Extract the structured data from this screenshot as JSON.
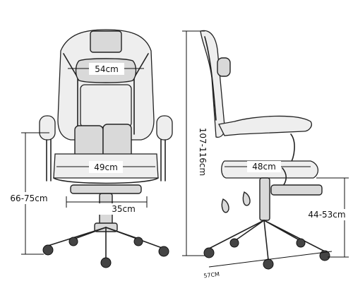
{
  "dimensions": {
    "backrest_width": "54cm",
    "seat_width": "49cm",
    "base_width": "35cm",
    "armrest_height": "66-75cm",
    "total_height": "107-116cm",
    "seat_depth": "48cm",
    "seat_height": "44-53cm",
    "side_base_width": "57CM"
  },
  "colors": {
    "line": "#222222",
    "shade": "#d9d9d9"
  }
}
